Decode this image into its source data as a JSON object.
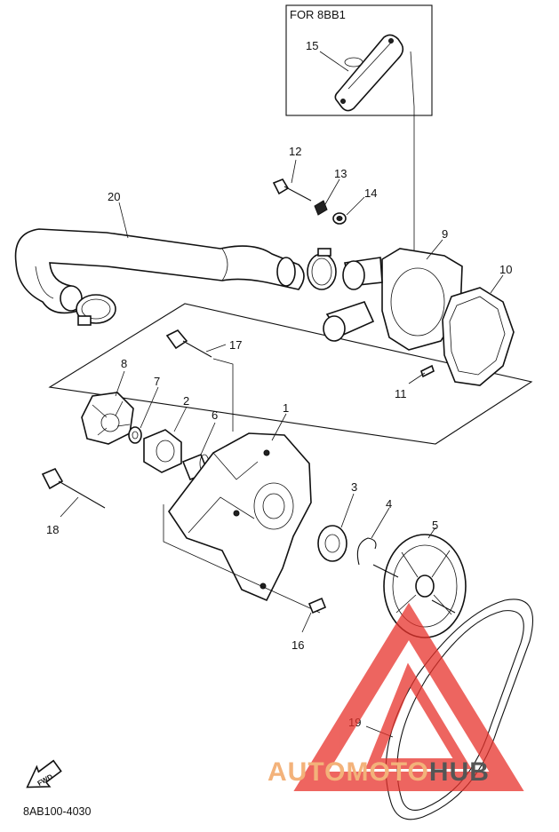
{
  "diagram": {
    "variant_box_label": "FOR 8BB1",
    "drawing_code": "8AB100-4030",
    "fwd_marker": "FWD",
    "callouts": [
      "1",
      "2",
      "3",
      "4",
      "5",
      "6",
      "7",
      "8",
      "9",
      "10",
      "11",
      "12",
      "13",
      "14",
      "15",
      "16",
      "17",
      "18",
      "19",
      "20"
    ]
  },
  "watermark": {
    "text_part1": "AUTOMOTO",
    "text_part2": "HUB",
    "color_primary": "#e8322b",
    "color_secondary": "#f3b27a"
  }
}
